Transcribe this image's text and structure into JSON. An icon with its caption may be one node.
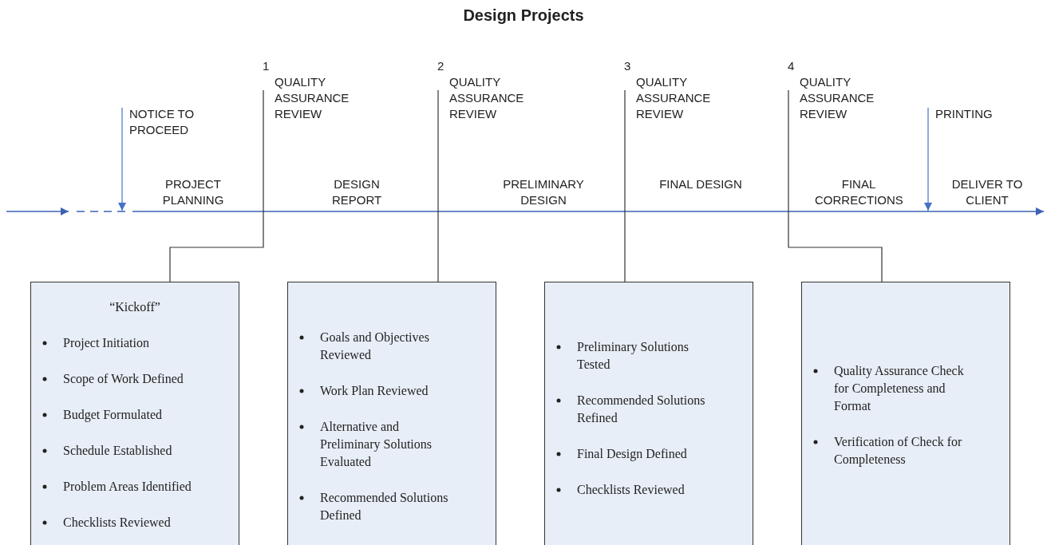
{
  "diagram": {
    "title": "Design Projects",
    "nodes": [
      {
        "text": [
          "NOTICE TO PROCEED"
        ]
      },
      {
        "text": [
          "QUALITY ASSURANCE REVIEW"
        ],
        "beside": [
          "1"
        ]
      },
      {
        "text": [
          "QUALITY ASSURANCE REVIEW"
        ],
        "beside": [
          "2"
        ]
      },
      {
        "text": [
          "QUALITY ASSURANCE REVIEW"
        ],
        "beside": [
          "3"
        ]
      },
      {
        "text": [
          "QUALITY ASSURANCE REVIEW"
        ],
        "beside": [
          "4"
        ]
      },
      {
        "text": [
          "PRINTING"
        ]
      },
      {
        "text": [
          "“Kickoff”",
          "Project Initiation",
          "Scope of Work Defined",
          "Budget Formulated",
          "Schedule Established",
          "Problem Areas Identified",
          "Checklists Reviewed"
        ]
      },
      {
        "text": [
          "Goals and Objectives Reviewed",
          "Work Plan Reviewed",
          "Alternative and Preliminary Solutions Evaluated",
          "Recommended Solutions Defined"
        ]
      },
      {
        "text": [
          "Preliminary Solutions Tested",
          "Recommended Solutions Refined",
          "Final Design Defined",
          "Checklists Reviewed"
        ]
      },
      {
        "text": [
          "Quality Assurance Check for Completeness and Format",
          "Verification of Check for Completeness"
        ]
      }
    ],
    "edges": [
      {
        "from": 0,
        "to": null,
        "arrow": "to",
        "color": "#4472c4"
      },
      {
        "from": 5,
        "to": null,
        "arrow": "to",
        "color": "#4472c4"
      },
      {
        "from": 1,
        "to": 6,
        "arrow": "none"
      },
      {
        "from": 2,
        "to": 7,
        "arrow": "none"
      },
      {
        "from": 3,
        "to": 8,
        "arrow": "none"
      },
      {
        "from": 4,
        "to": 9,
        "arrow": "none"
      }
    ],
    "labels": [
      "PROJECT PLANNING",
      "DESIGN REPORT",
      "PRELIMINARY DESIGN",
      "FINAL DESIGN",
      "FINAL CORRECTIONS",
      "DELIVER TO CLIENT"
    ]
  }
}
